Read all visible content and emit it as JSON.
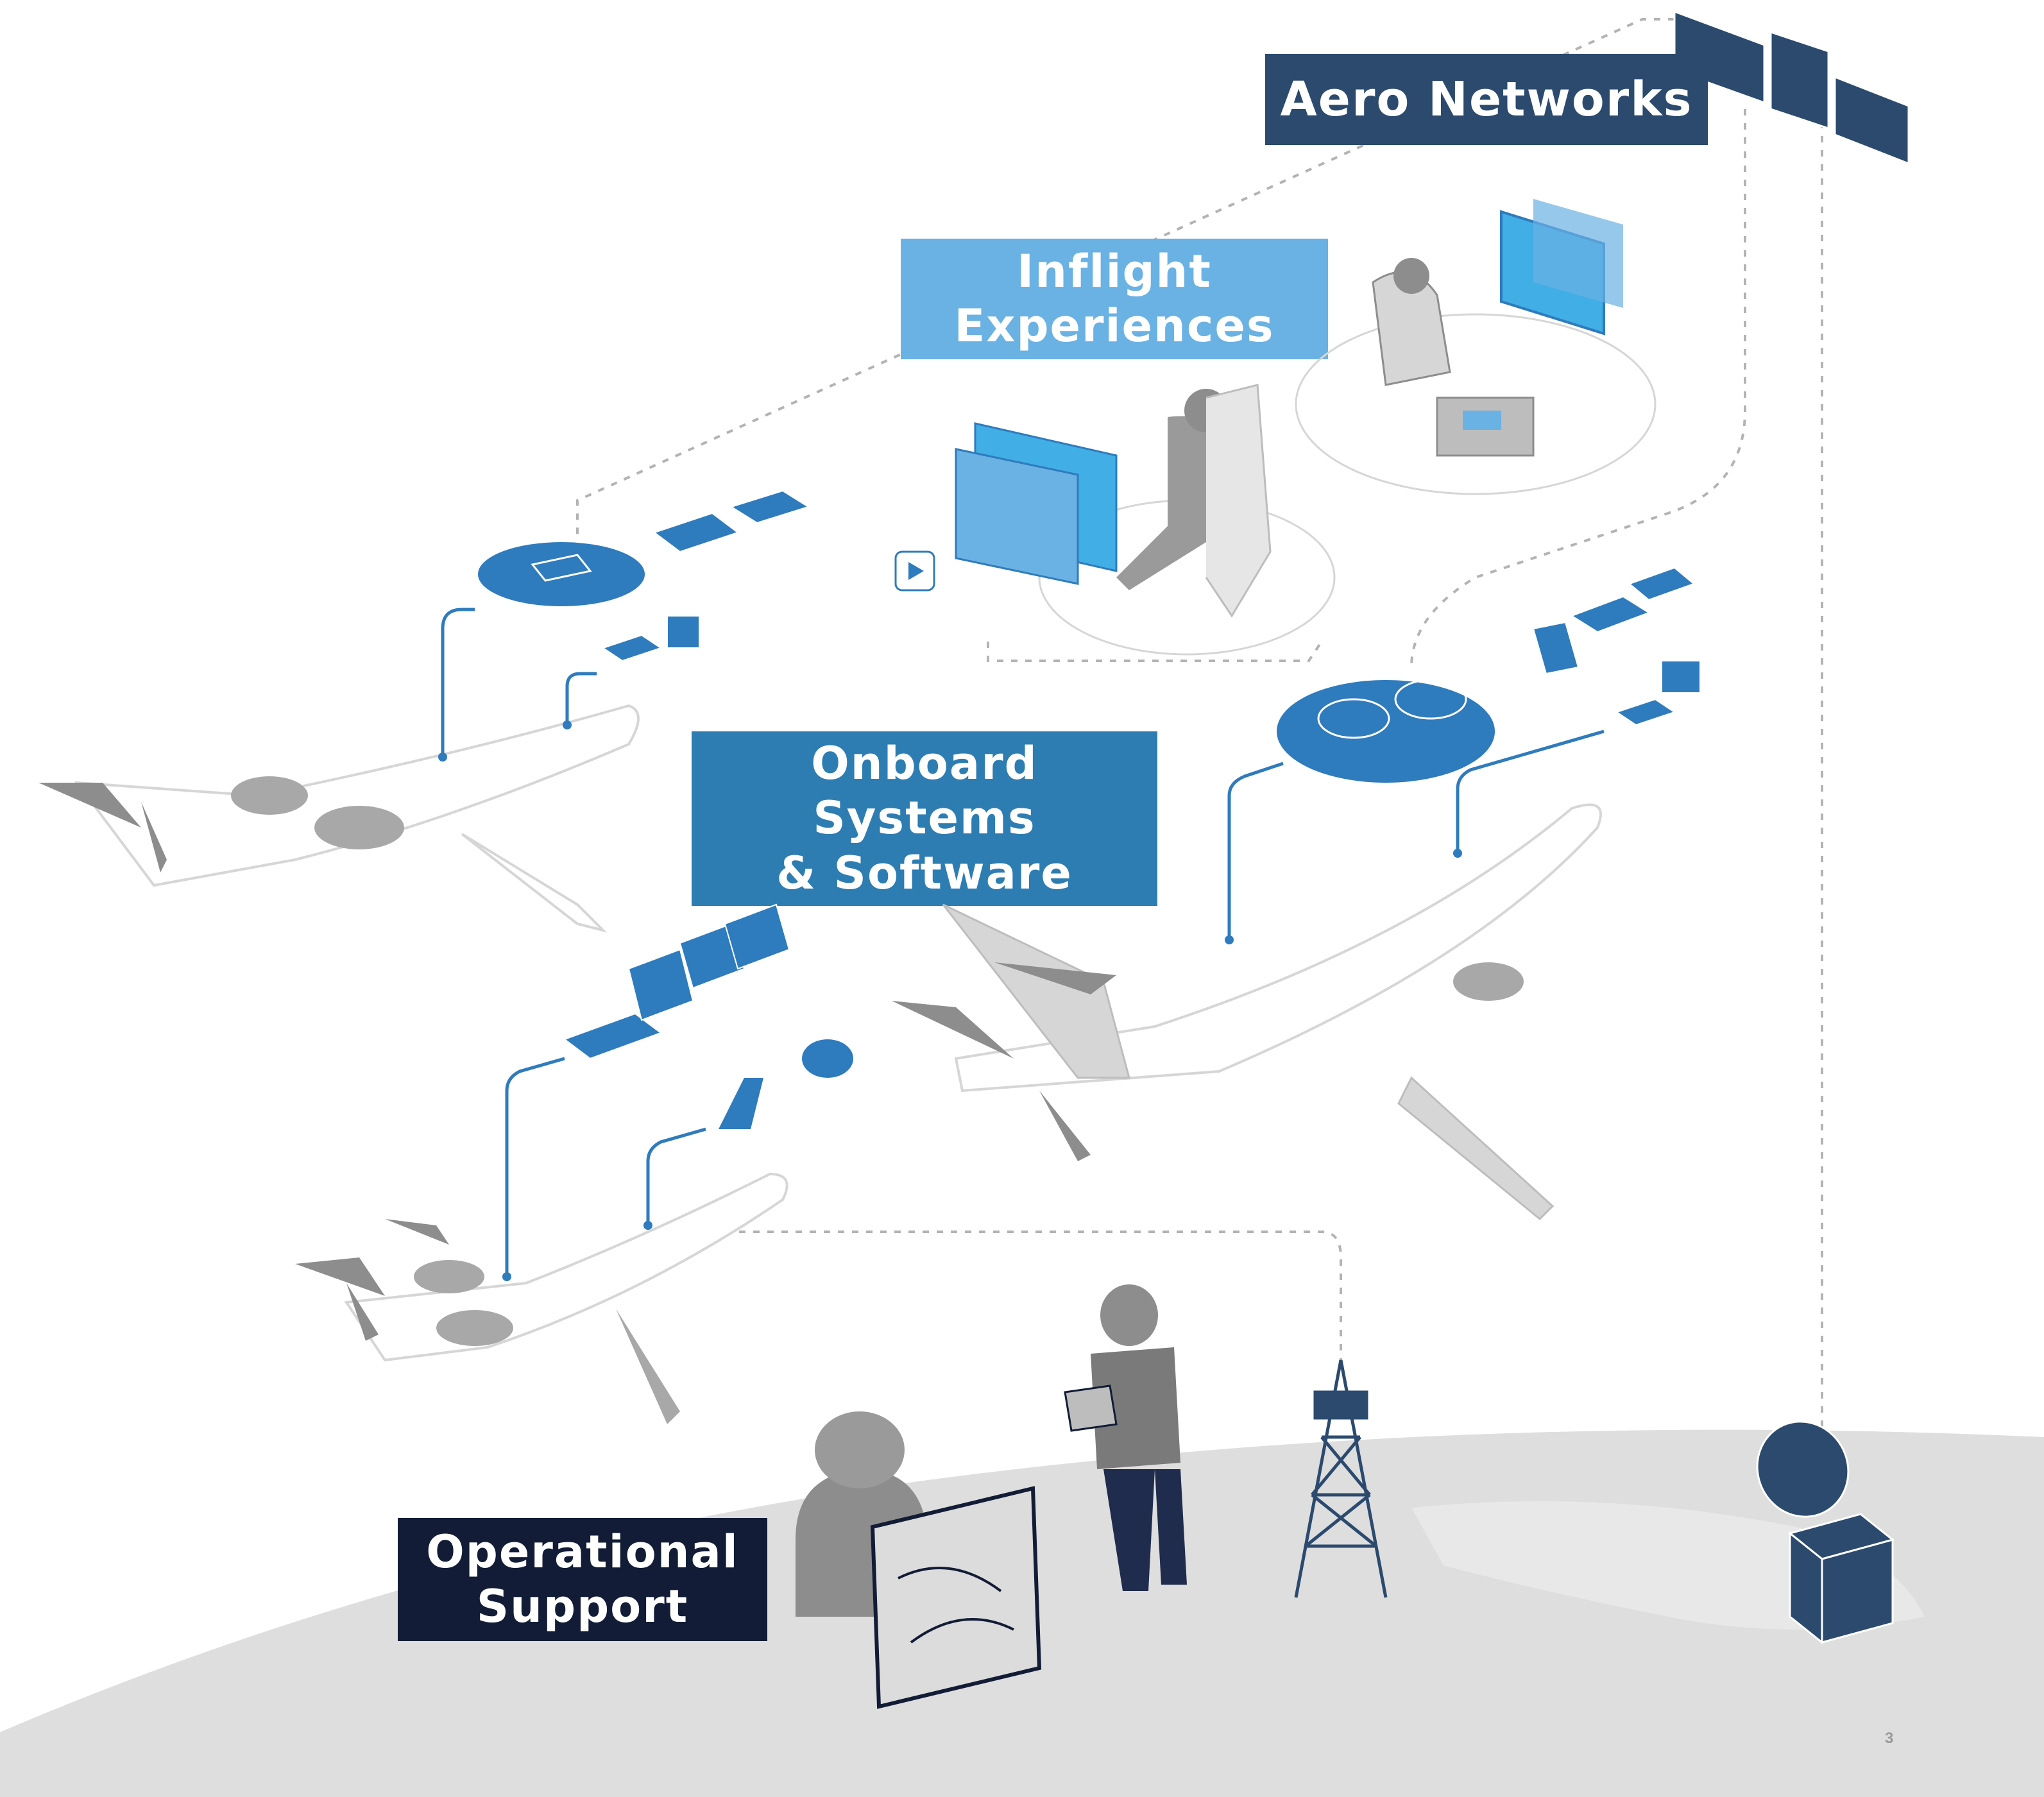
{
  "colors": {
    "navy": "#2b4a6e",
    "dark_navy": "#121c36",
    "mid_blue": "#2d7db2",
    "light_blue": "#6ab1e4",
    "equipment_blue": "#2e7bbd",
    "screen_blue": "#41aee5",
    "grey": "#8d8d8d",
    "light_grey": "#d6d6d6",
    "ground": "#dedede",
    "dotted_line": "#b3b3b3"
  },
  "labels": {
    "aero_networks": [
      "Aero Networks"
    ],
    "inflight_experiences": [
      "Inflight",
      "Experiences"
    ],
    "onboard_systems": [
      "Onboard",
      "Systems",
      "& Software"
    ],
    "operational_support": [
      "Operational",
      "Support"
    ]
  },
  "page_number": "3",
  "icons": [
    "satellite-icon",
    "satellite-dish-icon",
    "cell-tower-icon",
    "business-jet-icon",
    "airliner-icon",
    "regional-jet-icon",
    "antenna-radome-icon",
    "avionics-box-icon",
    "passenger-icon",
    "pilot-icon",
    "technician-icon",
    "operator-icon",
    "play-icon",
    "music-icon",
    "book-icon"
  ]
}
